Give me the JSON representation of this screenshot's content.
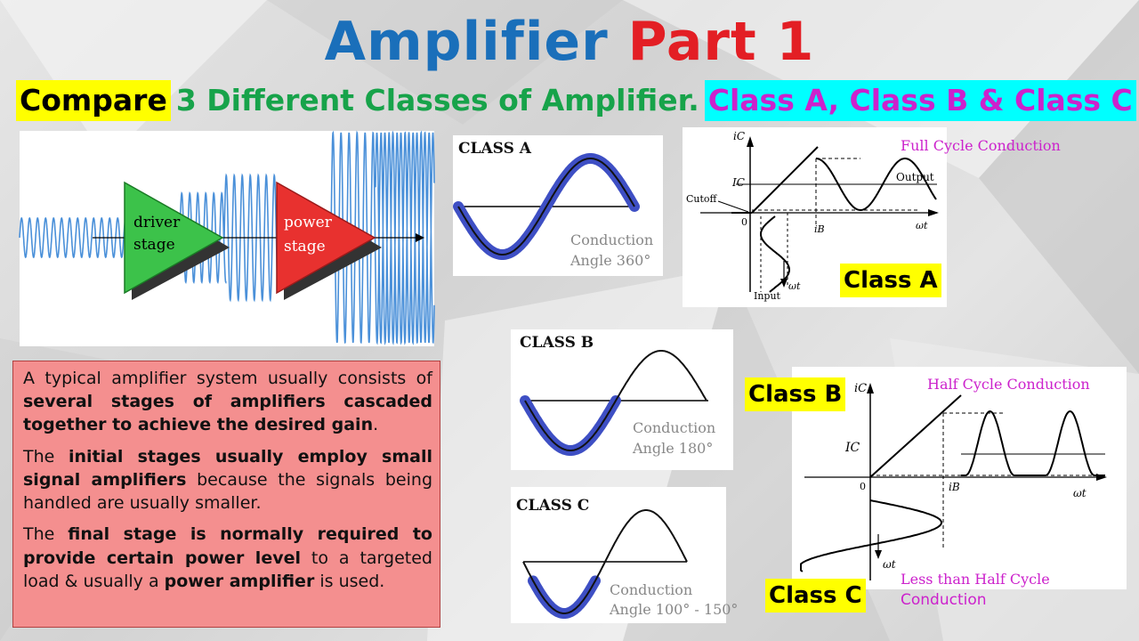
{
  "title": {
    "part1": "Amplifier",
    "part2": "Part 1"
  },
  "subtitle": {
    "compare": "Compare",
    "middle": "3 Different Classes of Amplifier.",
    "classes": "Class A, Class B & Class C"
  },
  "stages": {
    "driver_line1": "driver",
    "driver_line2": "stage",
    "power_line1": "power",
    "power_line2": "stage"
  },
  "class_a_wave": {
    "heading": "CLASS A",
    "conduction_label": "Conduction",
    "angle_label": "Angle 360°"
  },
  "class_b_wave": {
    "heading": "CLASS B",
    "conduction_label": "Conduction",
    "angle_label": "Angle 180°"
  },
  "class_c_wave": {
    "heading": "CLASS C",
    "conduction_label": "Conduction",
    "angle_label": "Angle 100° - 150°"
  },
  "class_a_graph": {
    "ic": "iC",
    "Ic": "IC",
    "cutoff": "Cutoff",
    "origin": "0",
    "output": "Output",
    "ib": "iB",
    "wt": "ωt",
    "wt_input": "ωt",
    "input": "Input",
    "caption": "Full Cycle Conduction",
    "badge": "Class A"
  },
  "class_bc_graph": {
    "ic": "iC",
    "Ic": "IC",
    "origin": "0",
    "ib": "iB",
    "wt": "ωt",
    "wt_input": "ωt",
    "caption_half": "Half Cycle Conduction",
    "caption_less_line1": "Less than Half Cycle",
    "caption_less_line2": "Conduction",
    "badge_b": "Class B",
    "badge_c": "Class C"
  },
  "note": {
    "p1_a": "A typical amplifier system usually consists of ",
    "p1_b": "several stages of amplifiers cascaded together to achieve the desired gain",
    "p1_c": ".",
    "p2_a": "The ",
    "p2_b": "initial stages usually employ small signal amplifiers",
    "p2_c": " because the signals being handled are usually smaller.",
    "p3_a": "The ",
    "p3_b": "final stage is normally required to provide certain power level",
    "p3_c": " to a targeted load & usually a ",
    "p3_d": "power amplifier",
    "p3_e": " is used."
  },
  "colors": {
    "title_blue": "#1a6fba",
    "title_red": "#e31e24",
    "subtitle_green": "#17a34a",
    "highlight_yellow": "#ffff00",
    "highlight_cyan": "#00ffff",
    "magenta": "#cc22cc",
    "driver_green": "#3cc24a",
    "power_red": "#e8312f",
    "wave_blue": "#4a90d9",
    "conduction_blue": "#3e4fc4",
    "note_bg": "#f48f8f"
  }
}
